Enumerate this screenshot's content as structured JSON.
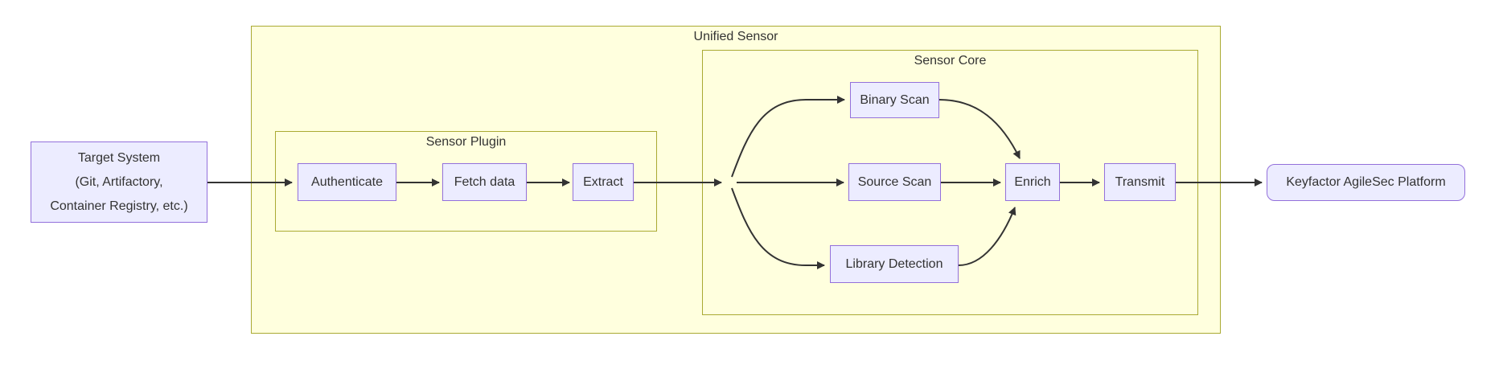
{
  "diagram": {
    "type": "flowchart",
    "direction": "left-to-right",
    "clusters": {
      "unified_sensor": {
        "label": "Unified Sensor"
      },
      "sensor_plugin": {
        "label": "Sensor Plugin"
      },
      "sensor_core": {
        "label": "Sensor Core"
      }
    },
    "nodes": {
      "target_system": {
        "lines": [
          "Target System",
          "(Git, Artifactory,",
          "Container Registry, etc.)"
        ]
      },
      "authenticate": {
        "label": "Authenticate"
      },
      "fetch_data": {
        "label": "Fetch data"
      },
      "extract": {
        "label": "Extract"
      },
      "binary_scan": {
        "label": "Binary Scan"
      },
      "source_scan": {
        "label": "Source Scan"
      },
      "library_detection": {
        "label": "Library Detection"
      },
      "enrich": {
        "label": "Enrich"
      },
      "transmit": {
        "label": "Transmit"
      },
      "keyfactor_platform": {
        "label": "Keyfactor AgileSec Platform"
      }
    },
    "edges": [
      {
        "from": "Target System",
        "to": "Authenticate"
      },
      {
        "from": "Authenticate",
        "to": "Fetch data"
      },
      {
        "from": "Fetch data",
        "to": "Extract"
      },
      {
        "from": "Extract",
        "to": "Binary Scan"
      },
      {
        "from": "Extract",
        "to": "Source Scan"
      },
      {
        "from": "Extract",
        "to": "Library Detection"
      },
      {
        "from": "Binary Scan",
        "to": "Enrich"
      },
      {
        "from": "Source Scan",
        "to": "Enrich"
      },
      {
        "from": "Library Detection",
        "to": "Enrich"
      },
      {
        "from": "Enrich",
        "to": "Transmit"
      },
      {
        "from": "Transmit",
        "to": "Keyfactor AgileSec Platform"
      }
    ],
    "colors": {
      "node_fill": "#ECECFF",
      "node_border": "#9370DB",
      "cluster_fill": "#FFFFDE",
      "cluster_border": "#AAAA33",
      "edge": "#333333",
      "text": "#333333"
    }
  }
}
